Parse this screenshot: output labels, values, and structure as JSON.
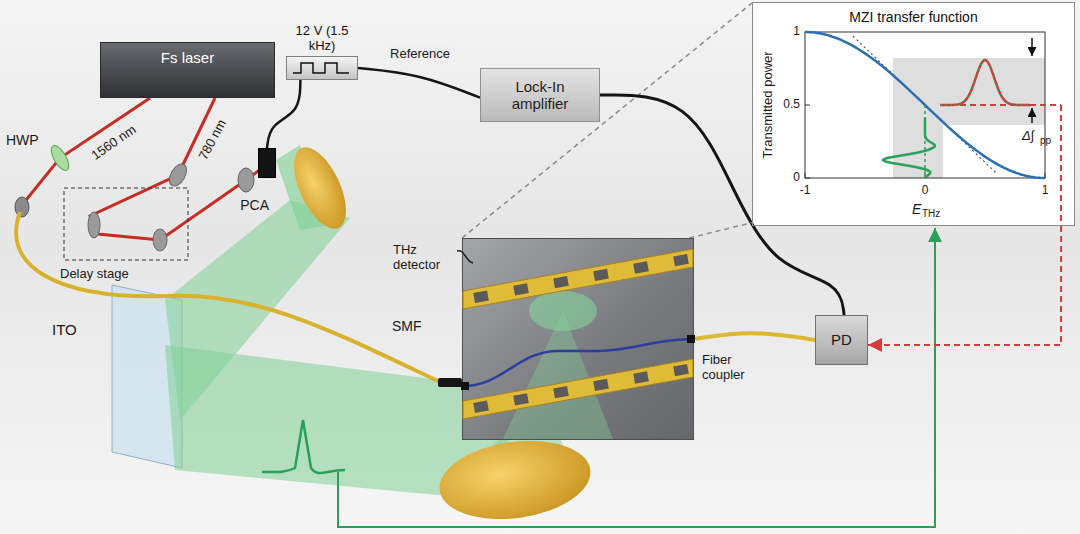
{
  "diagram": {
    "nodes": [
      {
        "text": [
          "Fs laser"
        ]
      },
      {
        "text": [
          "12 V (1.5 kHz)"
        ]
      },
      {
        "text": [
          "Lock-In amplifier"
        ]
      },
      {
        "text": [
          "PCA"
        ]
      },
      {
        "text": [
          "THz detector"
        ]
      },
      {
        "text": [
          "PD"
        ]
      },
      {
        "text": [
          "MZI transfer function"
        ]
      }
    ],
    "edges": [
      {
        "from": 1,
        "to": 2,
        "label": "Reference",
        "arrow": "none"
      },
      {
        "from": 1,
        "to": 3,
        "arrow": "none"
      },
      {
        "from": 2,
        "to": 5,
        "arrow": "none"
      },
      {
        "from": 4,
        "to": 5,
        "arrow": "none"
      },
      {
        "from": 4,
        "to": 6,
        "arrow": "none"
      },
      {
        "from": 6,
        "to": 5,
        "arrow": "to"
      }
    ],
    "labels": [
      "HWP",
      "1560 nm",
      "780 nm",
      "Delay stage",
      "ITO",
      "SMF",
      "Fiber coupler",
      "Transmitted power",
      "1",
      "0.5",
      "0",
      "-1",
      "0",
      "1",
      "E",
      "THz",
      "Δ∫",
      "pp"
    ]
  }
}
